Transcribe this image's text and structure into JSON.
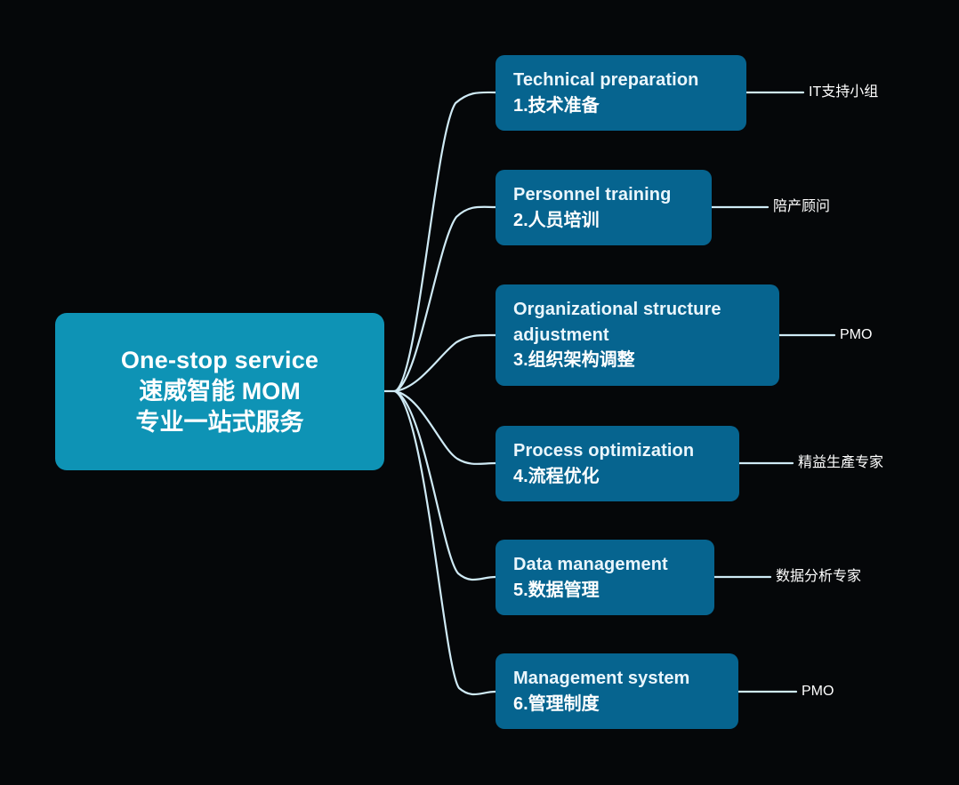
{
  "diagram": {
    "title": "One-stop service mind map",
    "background_color": "#050709",
    "center_color": "#0e93b5",
    "branch_color": "#06648f",
    "edge_color": "#cfeaf5",
    "label_color": "#ffffff"
  },
  "center": {
    "line_en": "One-stop service",
    "line_cn1": "速威智能 MOM",
    "line_cn2": "专业一站式服务"
  },
  "branches": [
    {
      "id": "technical-preparation",
      "en": "Technical preparation",
      "cn": "1.技术准备",
      "leaf": "IT支持小组"
    },
    {
      "id": "personnel-training",
      "en": "Personnel training",
      "cn": "2.人员培训",
      "leaf": "陪产顾问"
    },
    {
      "id": "organizational-structure-adjustment",
      "en": "Organizational structure\nadjustment",
      "cn": "3.组织架构调整",
      "leaf": "PMO"
    },
    {
      "id": "process-optimization",
      "en": "Process optimization",
      "cn": "4.流程优化",
      "leaf": "精益生產专家"
    },
    {
      "id": "data-management",
      "en": "Data management",
      "cn": "5.数据管理",
      "leaf": "数据分析专家"
    },
    {
      "id": "management-system",
      "en": "Management system",
      "cn": "6.管理制度",
      "leaf": "PMO"
    }
  ]
}
